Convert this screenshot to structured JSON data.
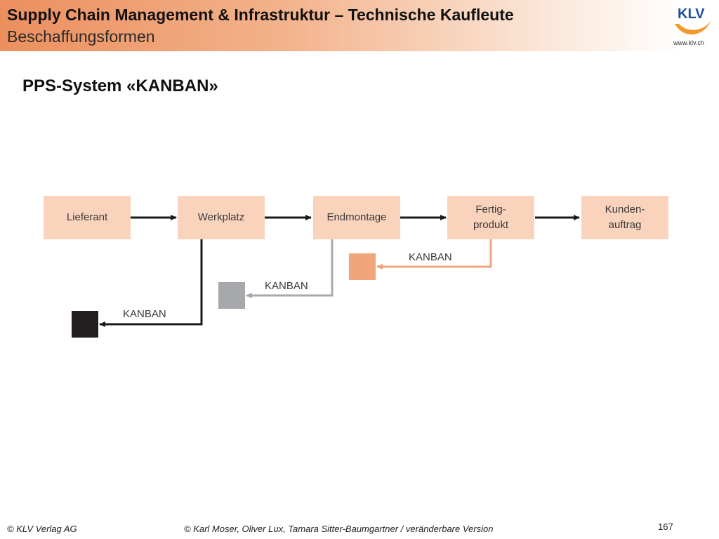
{
  "header": {
    "title": "Supply Chain Management & Infrastruktur – Technische Kaufleute",
    "subtitle": "Beschaffungsformen",
    "logo_text": "KLV",
    "logo_url": "www.klv.ch"
  },
  "section_title": "PPS-System «KANBAN»",
  "diagram": {
    "boxes": [
      {
        "label": "Lieferant"
      },
      {
        "label": "Werkplatz"
      },
      {
        "label": "Endmontage"
      },
      {
        "label": "Fertig-\nprodukt"
      },
      {
        "label": "Kunden-\nauftrag"
      }
    ],
    "kanban_loops": [
      {
        "label": "KANBAN",
        "color": "#f0a57d"
      },
      {
        "label": "KANBAN",
        "color": "#a6a8ab"
      },
      {
        "label": "KANBAN",
        "color": "#231f20"
      }
    ],
    "colors": {
      "box_fill": "#f9d3bc",
      "flow_arrow": "#1a1a1a"
    }
  },
  "footer": {
    "left": "© KLV Verlag AG",
    "center": "© Karl Moser, Oliver Lux, Tamara Sitter-Baumgartner / veränderbare Version",
    "page_number": "167"
  }
}
